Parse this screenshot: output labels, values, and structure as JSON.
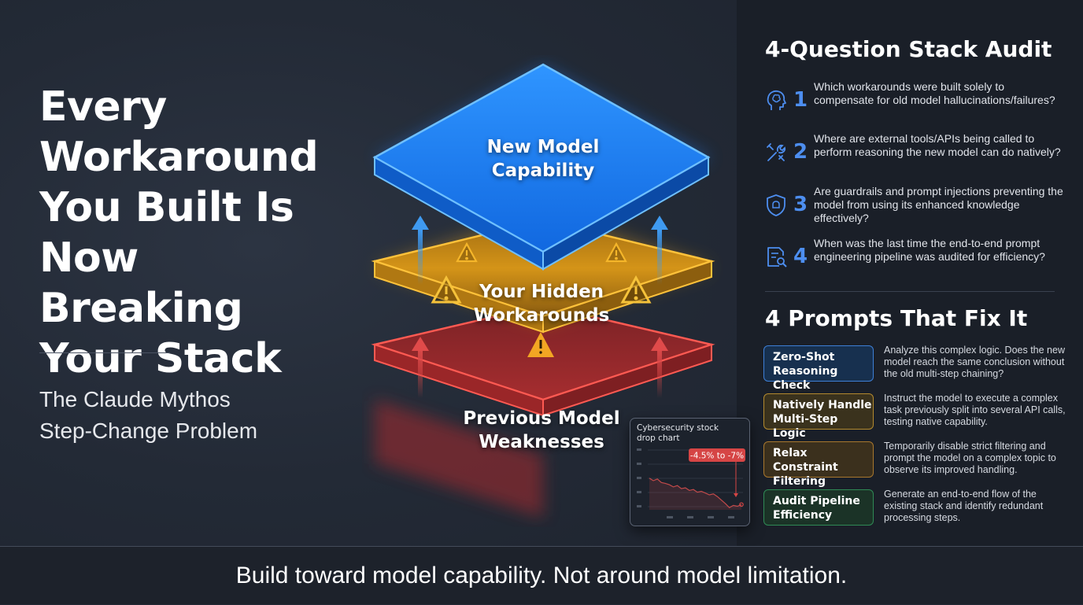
{
  "headline": "Every\nWorkaround\nYou Built Is\nNow Breaking\nYour Stack",
  "subtitle": "The Claude Mythos\nStep-Change Problem",
  "layers": {
    "top": "New Model\nCapability",
    "middle": "Your Hidden\nWorkarounds",
    "bottom": "Previous Model\nWeaknesses"
  },
  "mini_chart": {
    "title": "Cybersecurity stock\ndrop chart",
    "badge": "-4.5% to -7%",
    "colors": {
      "line": "#c24a4a",
      "badge": "#d64545"
    },
    "chart_data": {
      "type": "line",
      "title": "Cybersecurity stock drop chart",
      "y": [
        0.72,
        0.66,
        0.7,
        0.62,
        0.6,
        0.57,
        0.52,
        0.55,
        0.48,
        0.5,
        0.44,
        0.46,
        0.4,
        0.42,
        0.38,
        0.34,
        0.36,
        0.3,
        0.22,
        0.14,
        0.05,
        0.1,
        0.08,
        0.12
      ],
      "ylim": [
        0,
        1
      ]
    }
  },
  "audit": {
    "title": "4-Question Stack Audit",
    "questions": [
      {
        "num": "1",
        "icon": "brain-head-icon",
        "text": "Which workarounds were built solely to compensate for old model hallucinations/failures?"
      },
      {
        "num": "2",
        "icon": "tools-icon",
        "text": "Where are external tools/APIs being called to perform reasoning the new model can do natively?"
      },
      {
        "num": "3",
        "icon": "shield-icon",
        "text": "Are guardrails and prompt injections preventing the model from using its enhanced knowledge effectively?"
      },
      {
        "num": "4",
        "icon": "document-search-icon",
        "text": "When was the last time the end-to-end prompt engineering pipeline was audited for efficiency?"
      }
    ]
  },
  "prompts": {
    "title": "4 Prompts That Fix It",
    "items": [
      {
        "label": "Zero-Shot\nReasoning Check",
        "text": "Analyze this complex logic. Does the new model reach the same conclusion without the old multi-step chaining?",
        "color": "#3d7fd6",
        "bg": "#17304f"
      },
      {
        "label": "Natively Handle\nMulti-Step Logic",
        "text": "Instruct the model to execute a complex task previously split into several API calls, testing native capability.",
        "color": "#b38a2e",
        "bg": "#3a321d"
      },
      {
        "label": "Relax Constraint\nFiltering",
        "text": "Temporarily disable strict filtering and prompt the model on a complex topic to observe its improved handling.",
        "color": "#a8772d",
        "bg": "#3b301d"
      },
      {
        "label": "Audit Pipeline\nEfficiency",
        "text": "Generate an end-to-end flow of the existing stack and identify redundant processing steps.",
        "color": "#2f8a55",
        "bg": "#1b3327"
      }
    ]
  },
  "footer": "Build toward model capability. Not around model limitation.",
  "colors": {
    "accent": "#4d8ef0",
    "top_layer": "#1a7ff0",
    "middle_layer": "#e3a21a",
    "bottom_layer": "#d63c3c"
  }
}
